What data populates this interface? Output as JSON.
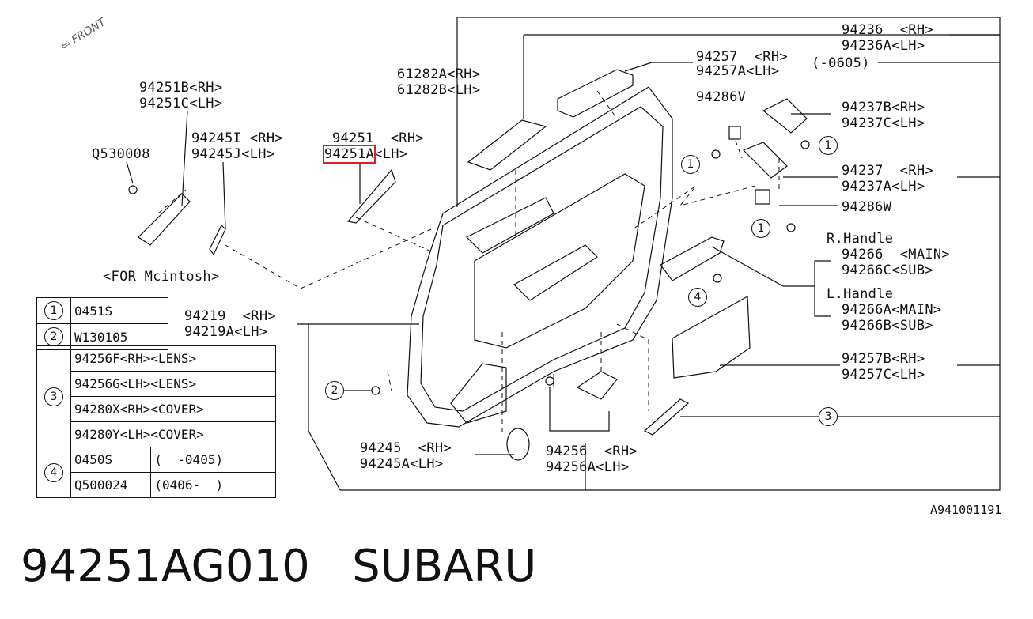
{
  "diagram": {
    "labels": {
      "l_94236": "94236  <RH>",
      "l_94236a": "94236A<LH>",
      "l_94257": "94257  <RH>",
      "l_94257a": "94257A<LH>",
      "l_0605": "(-0605)",
      "l_61282a": "61282A<RH>",
      "l_61282b": "61282B<LH>",
      "l_94286v": "94286V",
      "l_94237b": "94237B<RH>",
      "l_94237c": "94237C<LH>",
      "l_94237": "94237  <RH>",
      "l_94237a": "94237A<LH>",
      "l_94286w": "94286W",
      "l_94251b": "94251B<RH>",
      "l_94251c": "94251C<LH>",
      "l_q530008": "Q530008",
      "l_94245i": "94245I <RH>",
      "l_94245j": "94245J<LH>",
      "l_94251": "94251  <RH>",
      "l_94251a_part": "94251A",
      "l_94251a_suffix": "<LH>",
      "l_mcintosh": "<FOR Mcintosh>",
      "l_rhandle": "R.Handle",
      "l_94266": "94266  <MAIN>",
      "l_94266c": "94266C<SUB>",
      "l_lhandle": "L.Handle",
      "l_94266a": "94266A<MAIN>",
      "l_94266b": "94266B<SUB>",
      "l_94219": "94219  <RH>",
      "l_94219a": "94219A<LH>",
      "l_94257b": "94257B<RH>",
      "l_94257c": "94257C<LH>",
      "l_94245": "94245  <RH>",
      "l_94245a": "94245A<LH>",
      "l_94256": "94256  <RH>",
      "l_94256a": "94256A<LH>",
      "front": "FRONT"
    },
    "callouts": {
      "c1": "1",
      "c2": "2",
      "c3": "3",
      "c4": "4"
    },
    "ref_code": "A941001191"
  },
  "table": {
    "rows": [
      {
        "num": "1",
        "cells": [
          "0451S"
        ]
      },
      {
        "num": "2",
        "cells": [
          "W130105"
        ]
      },
      {
        "num": "3",
        "cells": [
          "94256F<RH><LENS>",
          "94256G<LH><LENS>",
          "94280X<RH><COVER>",
          "94280Y<LH><COVER>"
        ]
      },
      {
        "num": "4",
        "cells": [
          "0450S",
          "(  -0405)",
          "Q500024",
          "(0406-  )"
        ]
      }
    ]
  },
  "footer": {
    "part_number": "94251AG010",
    "brand": "SUBARU"
  },
  "colors": {
    "line": "#111111",
    "highlight": "#e02020",
    "background": "#ffffff"
  }
}
